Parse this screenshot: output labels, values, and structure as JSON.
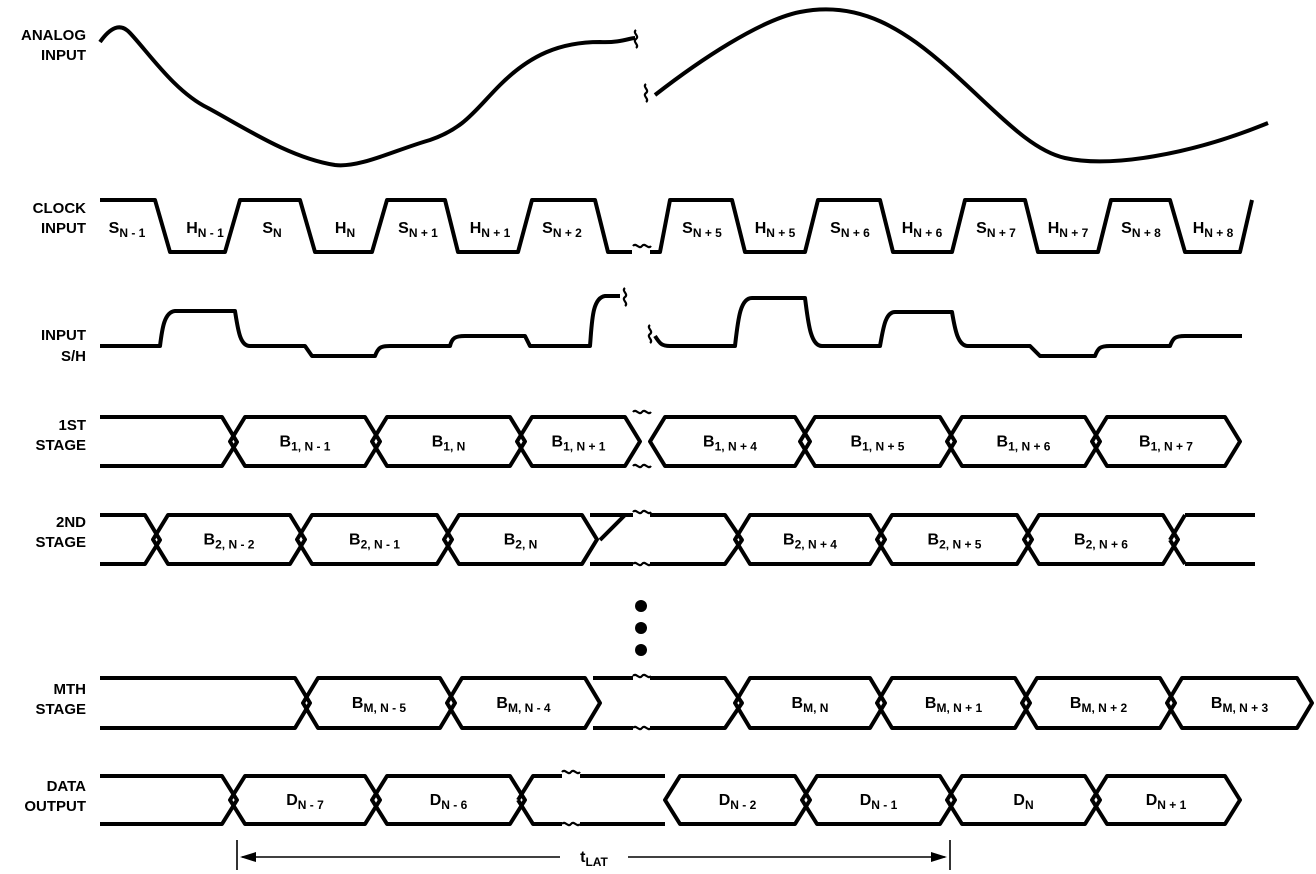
{
  "signals": {
    "analog": [
      "ANALOG",
      "INPUT"
    ],
    "clock": [
      "CLOCK",
      "INPUT"
    ],
    "sh": [
      "INPUT",
      "S/H"
    ],
    "stage1": [
      "1ST",
      "STAGE"
    ],
    "stage2": [
      "2ND",
      "STAGE"
    ],
    "stagem": [
      "MTH",
      "STAGE"
    ],
    "data": [
      "DATA",
      "OUTPUT"
    ]
  },
  "clock_cells": [
    {
      "m": "S",
      "s": "N - 1"
    },
    {
      "m": "H",
      "s": "N - 1"
    },
    {
      "m": "S",
      "s": "N"
    },
    {
      "m": "H",
      "s": "N"
    },
    {
      "m": "S",
      "s": "N + 1"
    },
    {
      "m": "H",
      "s": "N + 1"
    },
    {
      "m": "S",
      "s": "N + 2"
    },
    {
      "m": "S",
      "s": "N + 5"
    },
    {
      "m": "H",
      "s": "N + 5"
    },
    {
      "m": "S",
      "s": "N + 6"
    },
    {
      "m": "H",
      "s": "N + 6"
    },
    {
      "m": "S",
      "s": "N + 7"
    },
    {
      "m": "H",
      "s": "N + 7"
    },
    {
      "m": "S",
      "s": "N + 8"
    },
    {
      "m": "H",
      "s": "N + 8"
    }
  ],
  "stage1_cells": [
    {
      "m": "B",
      "i": "1",
      "s": ", N - 1"
    },
    {
      "m": "B",
      "i": "1",
      "s": ", N"
    },
    {
      "m": "B",
      "i": "1",
      "s": ", N + 1"
    },
    {
      "m": "B",
      "i": "1",
      "s": ", N + 4"
    },
    {
      "m": "B",
      "i": "1",
      "s": ", N + 5"
    },
    {
      "m": "B",
      "i": "1",
      "s": ", N + 6"
    },
    {
      "m": "B",
      "i": "1",
      "s": ", N + 7"
    }
  ],
  "stage2_cells": [
    {
      "m": "B",
      "i": "2",
      "s": ", N - 2"
    },
    {
      "m": "B",
      "i": "2",
      "s": ", N - 1"
    },
    {
      "m": "B",
      "i": "2",
      "s": ", N"
    },
    {
      "m": "B",
      "i": "2",
      "s": ", N + 4"
    },
    {
      "m": "B",
      "i": "2",
      "s": ", N + 5"
    },
    {
      "m": "B",
      "i": "2",
      "s": ", N + 6"
    }
  ],
  "stagem_cells": [
    {
      "m": "B",
      "i": "M",
      "s": ", N - 5"
    },
    {
      "m": "B",
      "i": "M",
      "s": ", N - 4"
    },
    {
      "m": "B",
      "i": "M",
      "s": ", N"
    },
    {
      "m": "B",
      "i": "M",
      "s": ", N + 1"
    },
    {
      "m": "B",
      "i": "M",
      "s": ", N + 2"
    },
    {
      "m": "B",
      "i": "M",
      "s": ", N + 3"
    }
  ],
  "data_cells": [
    {
      "m": "D",
      "s": "N - 7"
    },
    {
      "m": "D",
      "s": "N - 6"
    },
    {
      "m": "D",
      "s": "N - 2"
    },
    {
      "m": "D",
      "s": "N - 1"
    },
    {
      "m": "D",
      "s": "N"
    },
    {
      "m": "D",
      "s": "N + 1"
    }
  ],
  "latency": {
    "m": "t",
    "s": "LAT"
  }
}
